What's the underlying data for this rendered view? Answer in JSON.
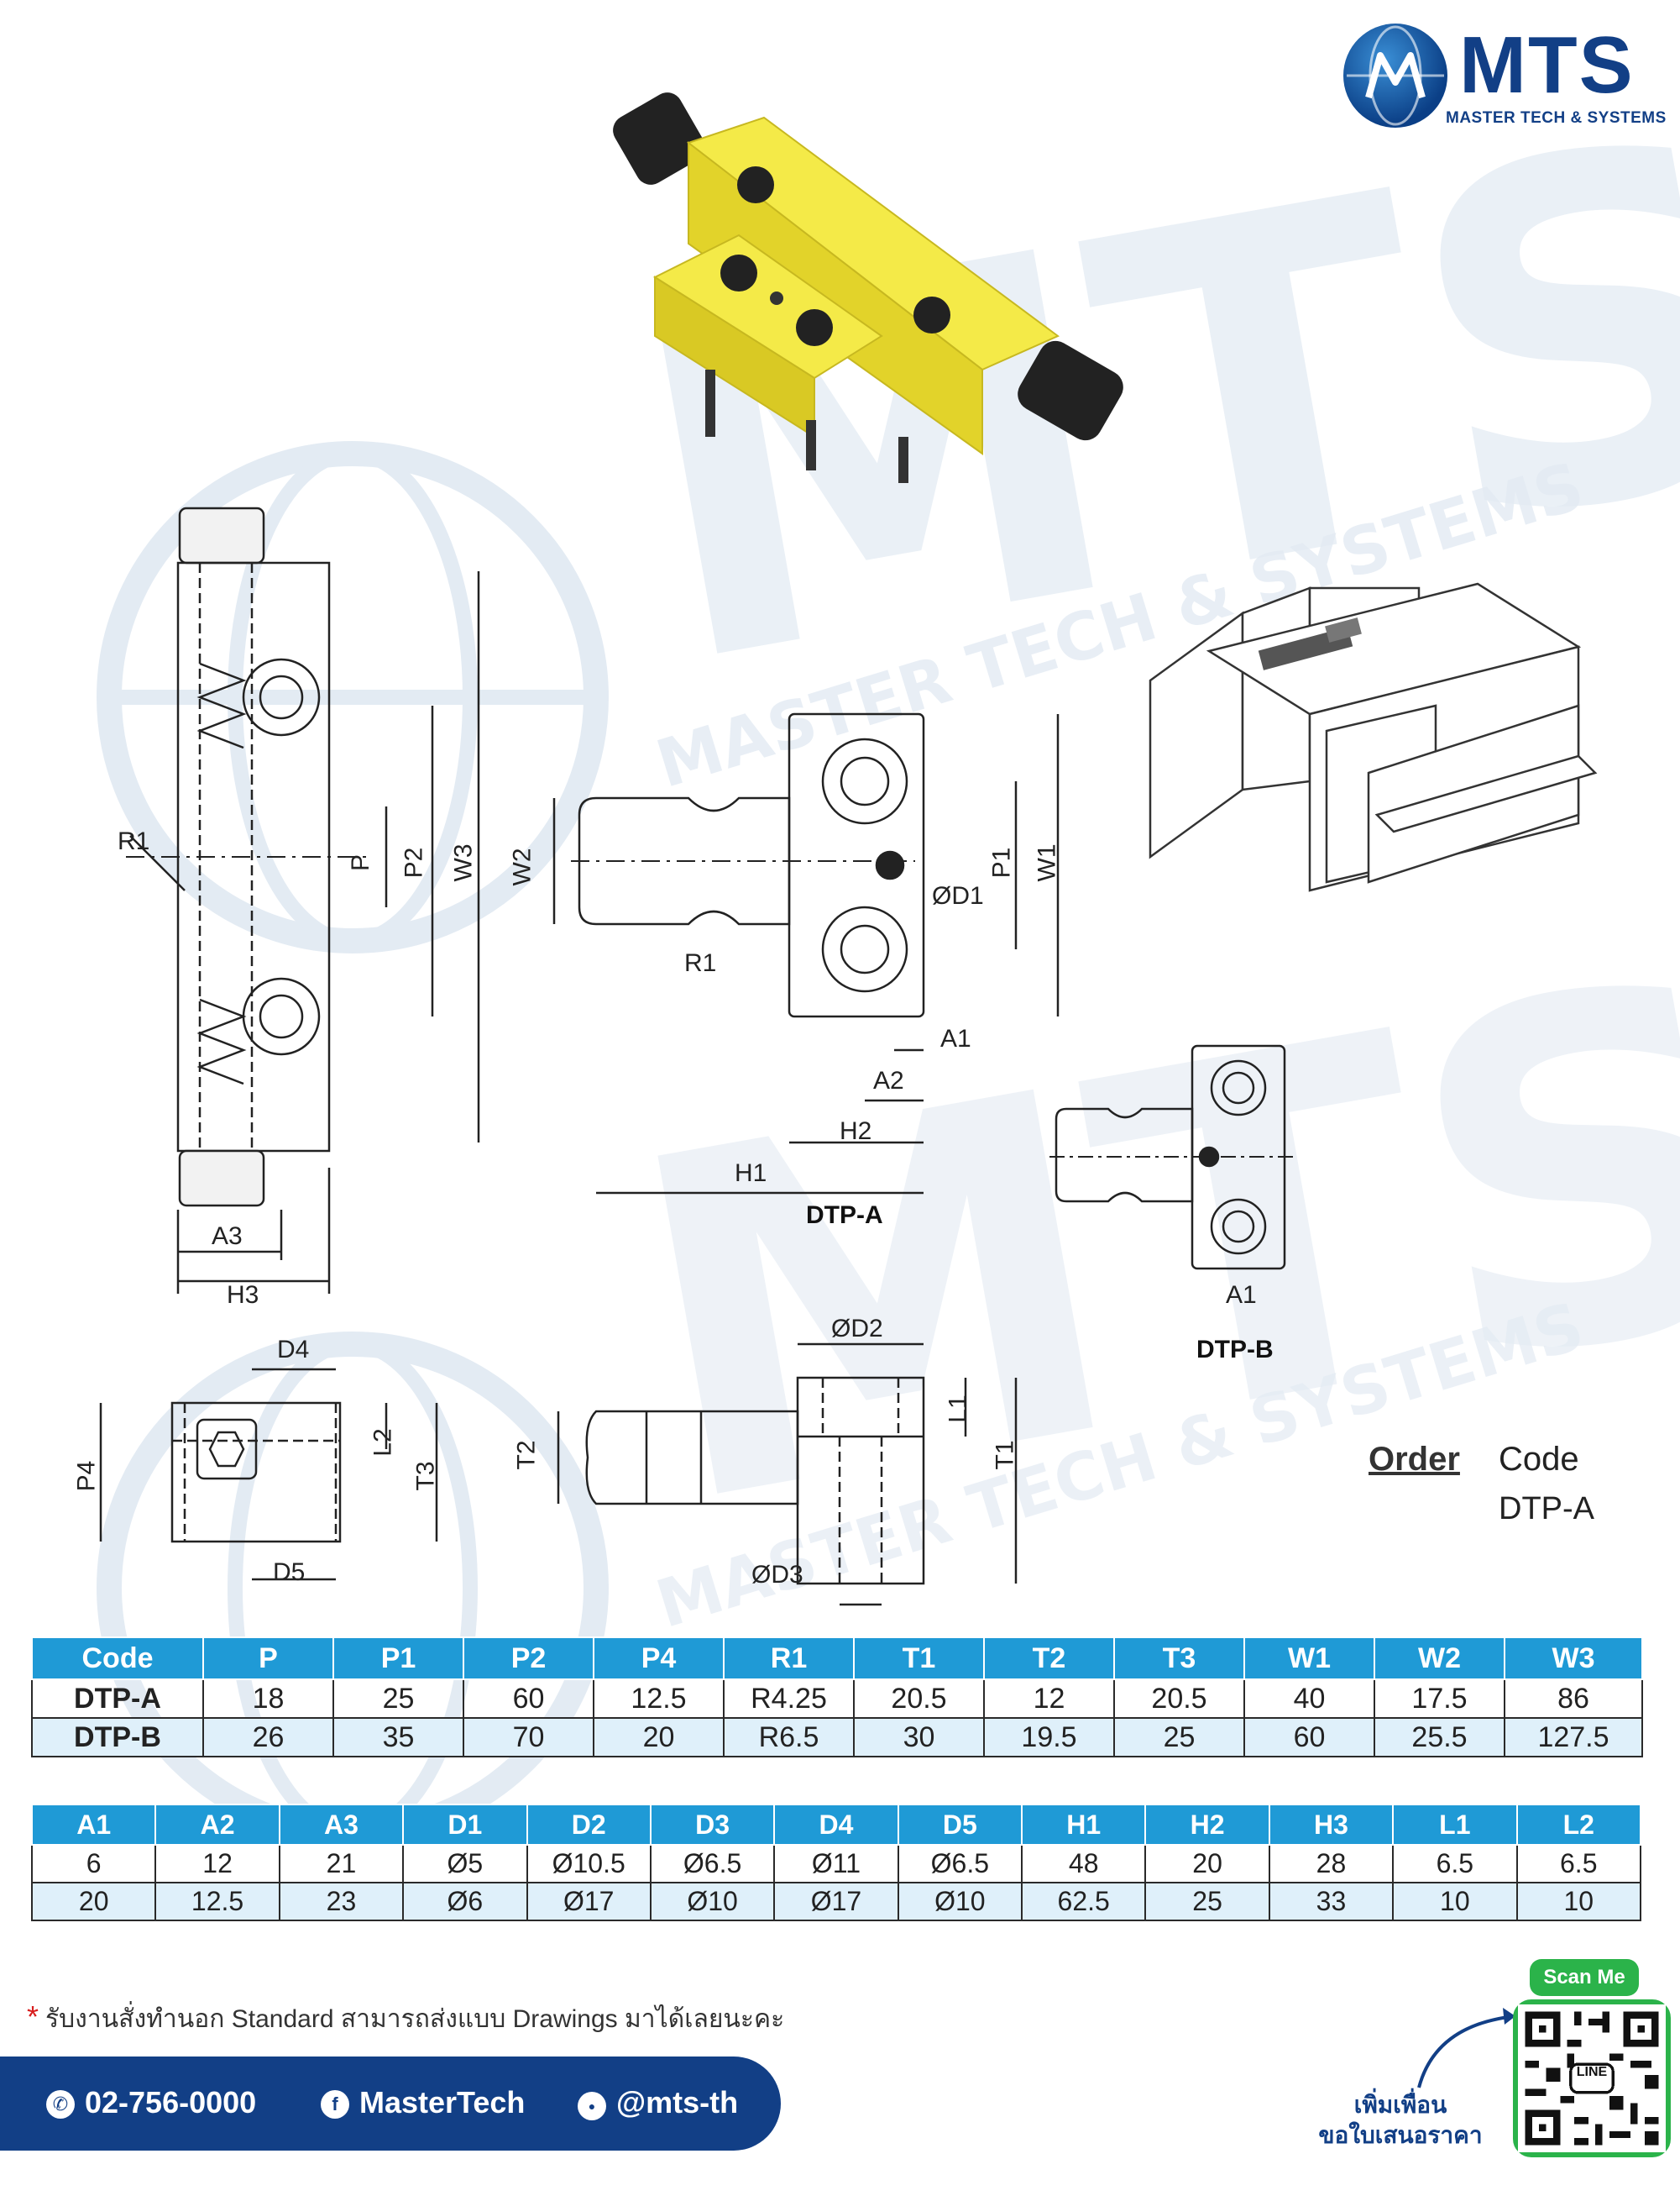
{
  "brand": {
    "name": "MTS",
    "tagline": "MASTER TECH & SYSTEMS",
    "watermark_name": "MTS",
    "watermark_tagline": "MASTER TECH & SYSTEMS"
  },
  "drawing": {
    "labels": {
      "R1": "R1",
      "P": "P",
      "P2": "P2",
      "W3": "W3",
      "A3": "A3",
      "H3": "H3",
      "W2": "W2",
      "R1b": "R1",
      "P1": "P1",
      "W1": "W1",
      "D1": "ØD1",
      "A1": "A1",
      "A2": "A2",
      "H2": "H2",
      "H1": "H1",
      "A1b": "A1",
      "D4": "D4",
      "P4": "P4",
      "L2": "L2",
      "T3": "T3",
      "D5": "D5",
      "D2": "ØD2",
      "T2": "T2",
      "L1": "L1",
      "T1": "T1",
      "D3": "ØD3"
    },
    "dtp_a": "DTP-A",
    "dtp_b": "DTP-B"
  },
  "order": {
    "label": "Order",
    "code_label": "Code",
    "code": "DTP-A"
  },
  "table1": {
    "headers": [
      "Code",
      "P",
      "P1",
      "P2",
      "P4",
      "R1",
      "T1",
      "T2",
      "T3",
      "W1",
      "W2",
      "W3"
    ],
    "rows": [
      [
        "DTP-A",
        "18",
        "25",
        "60",
        "12.5",
        "R4.25",
        "20.5",
        "12",
        "20.5",
        "40",
        "17.5",
        "86"
      ],
      [
        "DTP-B",
        "26",
        "35",
        "70",
        "20",
        "R6.5",
        "30",
        "19.5",
        "25",
        "60",
        "25.5",
        "127.5"
      ]
    ]
  },
  "table2": {
    "headers": [
      "A1",
      "A2",
      "A3",
      "D1",
      "D2",
      "D3",
      "D4",
      "D5",
      "H1",
      "H2",
      "H3",
      "L1",
      "L2"
    ],
    "rows": [
      [
        "6",
        "12",
        "21",
        "Ø5",
        "Ø10.5",
        "Ø6.5",
        "Ø11",
        "Ø6.5",
        "48",
        "20",
        "28",
        "6.5",
        "6.5"
      ],
      [
        "20",
        "12.5",
        "23",
        "Ø6",
        "Ø17",
        "Ø10",
        "Ø17",
        "Ø10",
        "62.5",
        "25",
        "33",
        "10",
        "10"
      ]
    ]
  },
  "note": "รับงานสั่งทำนอก Standard สามารถส่งแบบ Drawings มาได้เลยนะคะ",
  "footer": {
    "phone": "02-756-0000",
    "facebook": "MasterTech",
    "line": "@mts-th"
  },
  "qr": {
    "scan_label": "Scan Me",
    "add_friend": "เพิ่มเพื่อน",
    "quote": "ขอใบเสนอราคา",
    "line_badge": "LINE"
  },
  "icons": {
    "phone": "phone-icon",
    "facebook": "facebook-icon",
    "line": "line-icon",
    "star": "asterisk-icon"
  },
  "colors": {
    "brand_blue": "#123f86",
    "table_header": "#1f9ad6",
    "row_alt": "#dff0fa",
    "part_yellow": "#f2e63a",
    "line_green": "#2bb34a"
  }
}
